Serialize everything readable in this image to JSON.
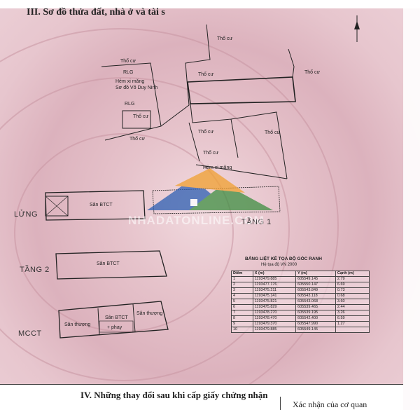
{
  "heading": "III. Sơ đồ thửa đất, nhà ở và tài s",
  "labels": {
    "tho_cu": "Thổ cư",
    "hem": "Hẻm xi măng",
    "hem_owner": "Sơ đồ Võ Duy Ninh",
    "rlg": "RLG",
    "san_btct": "Sân BTCT",
    "san_thuong": "Sân thượng",
    "plus_phay": "+ phay"
  },
  "levels": {
    "lung": "LỬNG",
    "tang1": "TẦNG 1",
    "tang2": "TẦNG 2",
    "mcct": "MCCT"
  },
  "watermark": "NHADATONLINE.COM",
  "coord_table": {
    "title": "BẢNG LIỆT KÊ TỌA ĐỘ GÓC RANH",
    "subtitle": "Hệ tọa độ VN 2000",
    "headers": [
      "Điểm",
      "X (m)",
      "Y (m)",
      "Cạnh (m)"
    ],
    "rows": [
      [
        "1",
        "1193479.885",
        "605549.145",
        "2.79"
      ],
      [
        "2",
        "1193477.176",
        "605550.147",
        "6.69"
      ],
      [
        "3",
        "1193475.211",
        "605543.849",
        "0.73"
      ],
      [
        "4",
        "1193475.141",
        "605543.118",
        "0.68"
      ],
      [
        "5",
        "1193475.821",
        "605543.068",
        "3.60"
      ],
      [
        "6",
        "1193475.829",
        "605539.465",
        "2.44"
      ],
      [
        "7",
        "1193478.270",
        "605539.195",
        "3.26"
      ],
      [
        "8",
        "1193478.470",
        "605542.400",
        "6.59"
      ],
      [
        "9",
        "1193479.370",
        "605547.990",
        "1.27"
      ],
      [
        "10",
        "1193479.885",
        "605549.145",
        ""
      ]
    ]
  },
  "section4": "IV. Những thay đổi sau khi cấp giấy chứng nhận",
  "confirm": "Xác nhận của cơ quan",
  "colors": {
    "background": "#e6c3cb",
    "line": "#222222",
    "watermark_roof": "#2d5fb3"
  }
}
